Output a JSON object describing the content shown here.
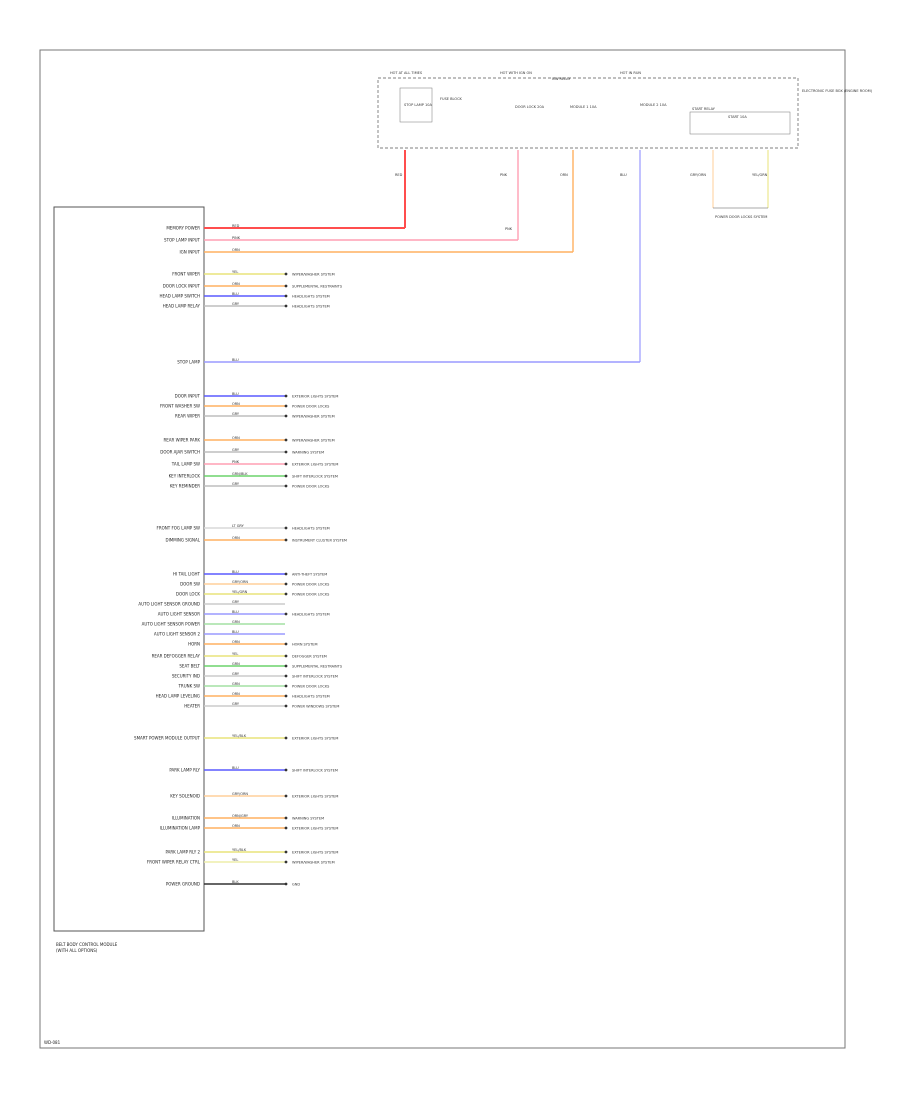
{
  "page": {
    "footer_code": "WD-081"
  },
  "module": {
    "title_line1": "BELT BODY CONTROL MODULE",
    "title_line2": "(WITH ALL OPTIONS)"
  },
  "top_module": {
    "header_left": "HOT AT ALL TIMES",
    "header_mid": "HOT WITH IGN ON",
    "header_right": "HOT IN RUN",
    "fuse_block": "FUSE BLOCK",
    "ign_relay": "IGN RELAY",
    "side_label": "ELECTRONIC FUSE BOX (ENGINE ROOM)",
    "fuse1": "STOP LAMP 10A",
    "fuse2": "DOOR LOCK 20A",
    "fuse3": "MODULE 1 10A",
    "fuse4": "MODULE 2 10A",
    "fuse5": "START 10A",
    "relay_label": "START RELAY"
  },
  "pins": [
    {
      "label": "MEMORY POWER",
      "wire": "RED",
      "color": "#ff4d4d",
      "dest": ""
    },
    {
      "label": "STOP LAMP INPUT",
      "wire": "PINK",
      "color": "#ff9fb3",
      "dest": ""
    },
    {
      "label": "IGN INPUT",
      "wire": "ORN",
      "color": "#ffb060",
      "dest": ""
    },
    {
      "label": "FRONT WIPER",
      "wire": "YEL",
      "color": "#e8e37a",
      "dest": "WIPER/WASHER SYSTEM"
    },
    {
      "label": "DOOR LOCK INPUT",
      "wire": "ORN",
      "color": "#ffb060",
      "dest": "SUPPLEMENTAL RESTRAINTS"
    },
    {
      "label": "HEAD LAMP SWITCH",
      "wire": "BLU",
      "color": "#5a5aff",
      "dest": "HEADLIGHTS SYSTEM"
    },
    {
      "label": "HEAD LAMP RELAY",
      "wire": "GRY",
      "color": "#bdbdbd",
      "dest": "HEADLIGHTS SYSTEM"
    },
    {
      "label": "STOP LAMP",
      "wire": "BLU",
      "color": "#9a9aff",
      "dest": ""
    },
    {
      "label": "DOOR INPUT",
      "wire": "BLU",
      "color": "#5a5aff",
      "dest": "EXTERIOR LIGHTS SYSTEM"
    },
    {
      "label": "FRONT WASHER SW",
      "wire": "ORN",
      "color": "#ffb060",
      "dest": "POWER DOOR LOCKS"
    },
    {
      "label": "REAR WIPER",
      "wire": "GRY",
      "color": "#bdbdbd",
      "dest": "WIPER/WASHER SYSTEM"
    },
    {
      "label": "REAR WIPER PARK",
      "wire": "ORN",
      "color": "#ffb060",
      "dest": "WIPER/WASHER SYSTEM"
    },
    {
      "label": "DOOR AJAR SWITCH",
      "wire": "GRY",
      "color": "#bdbdbd",
      "dest": "WARNING SYSTEM"
    },
    {
      "label": "TAIL LAMP SW",
      "wire": "PNK",
      "color": "#ff9fb3",
      "dest": "EXTERIOR LIGHTS SYSTEM"
    },
    {
      "label": "KEY INTERLOCK",
      "wire": "GRN/BLK",
      "color": "#6bd36b",
      "dest": "SHIFT INTERLOCK SYSTEM"
    },
    {
      "label": "KEY REMINDER",
      "wire": "GRY",
      "color": "#bdbdbd",
      "dest": "POWER DOOR LOCKS"
    },
    {
      "label": "FRONT FOG LAMP SW",
      "wire": "LT GRY",
      "color": "#d8d8d8",
      "dest": "HEADLIGHTS SYSTEM"
    },
    {
      "label": "DIMMING SIGNAL",
      "wire": "ORN",
      "color": "#ffb060",
      "dest": "INSTRUMENT CLUSTER SYSTEM"
    },
    {
      "label": "HI TAIL LIGHT",
      "wire": "BLU",
      "color": "#5a5aff",
      "dest": "ANTI-THEFT SYSTEM"
    },
    {
      "label": "DOOR SW",
      "wire": "GRY/ORN",
      "color": "#ffcf9a",
      "dest": "POWER DOOR LOCKS"
    },
    {
      "label": "DOOR LOCK",
      "wire": "YEL/GRN",
      "color": "#e8e37a",
      "dest": "POWER DOOR LOCKS"
    },
    {
      "label": "AUTO LIGHT SENSOR GROUND",
      "wire": "GRY",
      "color": "#cccccc",
      "dest": ""
    },
    {
      "label": "AUTO LIGHT SENSOR",
      "wire": "BLU",
      "color": "#9a9aff",
      "dest": "HEADLIGHTS SYSTEM"
    },
    {
      "label": "AUTO LIGHT SENSOR POWER",
      "wire": "GRN",
      "color": "#a4e0a4",
      "dest": ""
    },
    {
      "label": "AUTO LIGHT SENSOR 2",
      "wire": "BLU",
      "color": "#9a9aff",
      "dest": ""
    },
    {
      "label": "HORN",
      "wire": "ORN",
      "color": "#ffb060",
      "dest": "HORN SYSTEM"
    },
    {
      "label": "REAR DEFOGGER RELAY",
      "wire": "YEL",
      "color": "#e8e37a",
      "dest": "DEFOGGER SYSTEM"
    },
    {
      "label": "SEAT BELT",
      "wire": "GRN",
      "color": "#6bd36b",
      "dest": "SUPPLEMENTAL RESTRAINTS"
    },
    {
      "label": "SECURITY IND",
      "wire": "GRY",
      "color": "#cccccc",
      "dest": "SHIFT INTERLOCK SYSTEM"
    },
    {
      "label": "TRUNK SW",
      "wire": "GRN",
      "color": "#a4e0a4",
      "dest": "POWER DOOR LOCKS"
    },
    {
      "label": "HEAD LAMP LEVELING",
      "wire": "ORN",
      "color": "#ffb060",
      "dest": "HEADLIGHTS SYSTEM"
    },
    {
      "label": "HEATER",
      "wire": "GRY",
      "color": "#cccccc",
      "dest": "POWER WINDOWS SYSTEM"
    },
    {
      "label": "SMART POWER MODULE OUTPUT",
      "wire": "YEL/BLK",
      "color": "#e8e37a",
      "dest": "EXTERIOR LIGHTS SYSTEM"
    },
    {
      "label": "PARK LAMP RLY",
      "wire": "BLU",
      "color": "#5a5aff",
      "dest": "SHIFT INTERLOCK SYSTEM"
    },
    {
      "label": "KEY SOLENOID",
      "wire": "GRY/ORN",
      "color": "#ffcf9a",
      "dest": "EXTERIOR LIGHTS SYSTEM"
    },
    {
      "label": "ILLUMINATION",
      "wire": "ORN/GRY",
      "color": "#ffb060",
      "dest": "WARNING SYSTEM"
    },
    {
      "label": "ILLUMINATION LAMP",
      "wire": "ORN",
      "color": "#ffb060",
      "dest": "EXTERIOR LIGHTS SYSTEM"
    },
    {
      "label": "PARK LAMP RLY 2",
      "wire": "YEL/BLK",
      "color": "#e8e37a",
      "dest": "EXTERIOR LIGHTS SYSTEM"
    },
    {
      "label": "FRONT WIPER RELAY CTRL",
      "wire": "YEL",
      "color": "#eeeeaa",
      "dest": "WIPER/WASHER SYSTEM"
    },
    {
      "label": "POWER GROUND",
      "wire": "BLK",
      "color": "#333333",
      "dest": "GND"
    }
  ],
  "top_wires": {
    "w1": "RED",
    "w2": "PNK",
    "w3": "ORN",
    "w4": "BLU",
    "w5": "GRY/ORN",
    "w6": "YEL/GRN",
    "splice": "PNK",
    "bottom_label": "POWER DOOR LOCKS SYSTEM"
  }
}
